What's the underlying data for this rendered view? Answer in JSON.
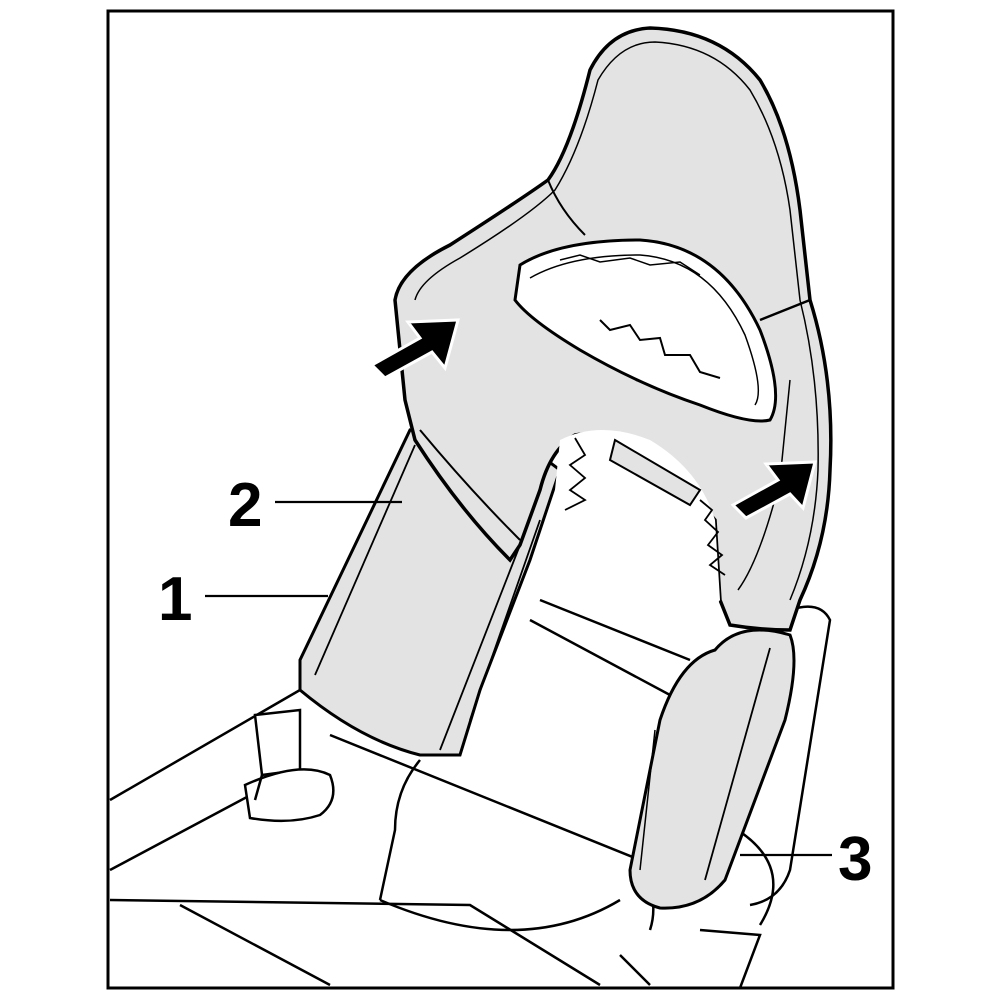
{
  "callouts": [
    {
      "id": "1",
      "label": "1"
    },
    {
      "id": "2",
      "label": "2"
    },
    {
      "id": "3",
      "label": "3"
    }
  ],
  "colors": {
    "outline": "#000000",
    "panel_fill": "#e3e3e3",
    "background": "#ffffff"
  }
}
